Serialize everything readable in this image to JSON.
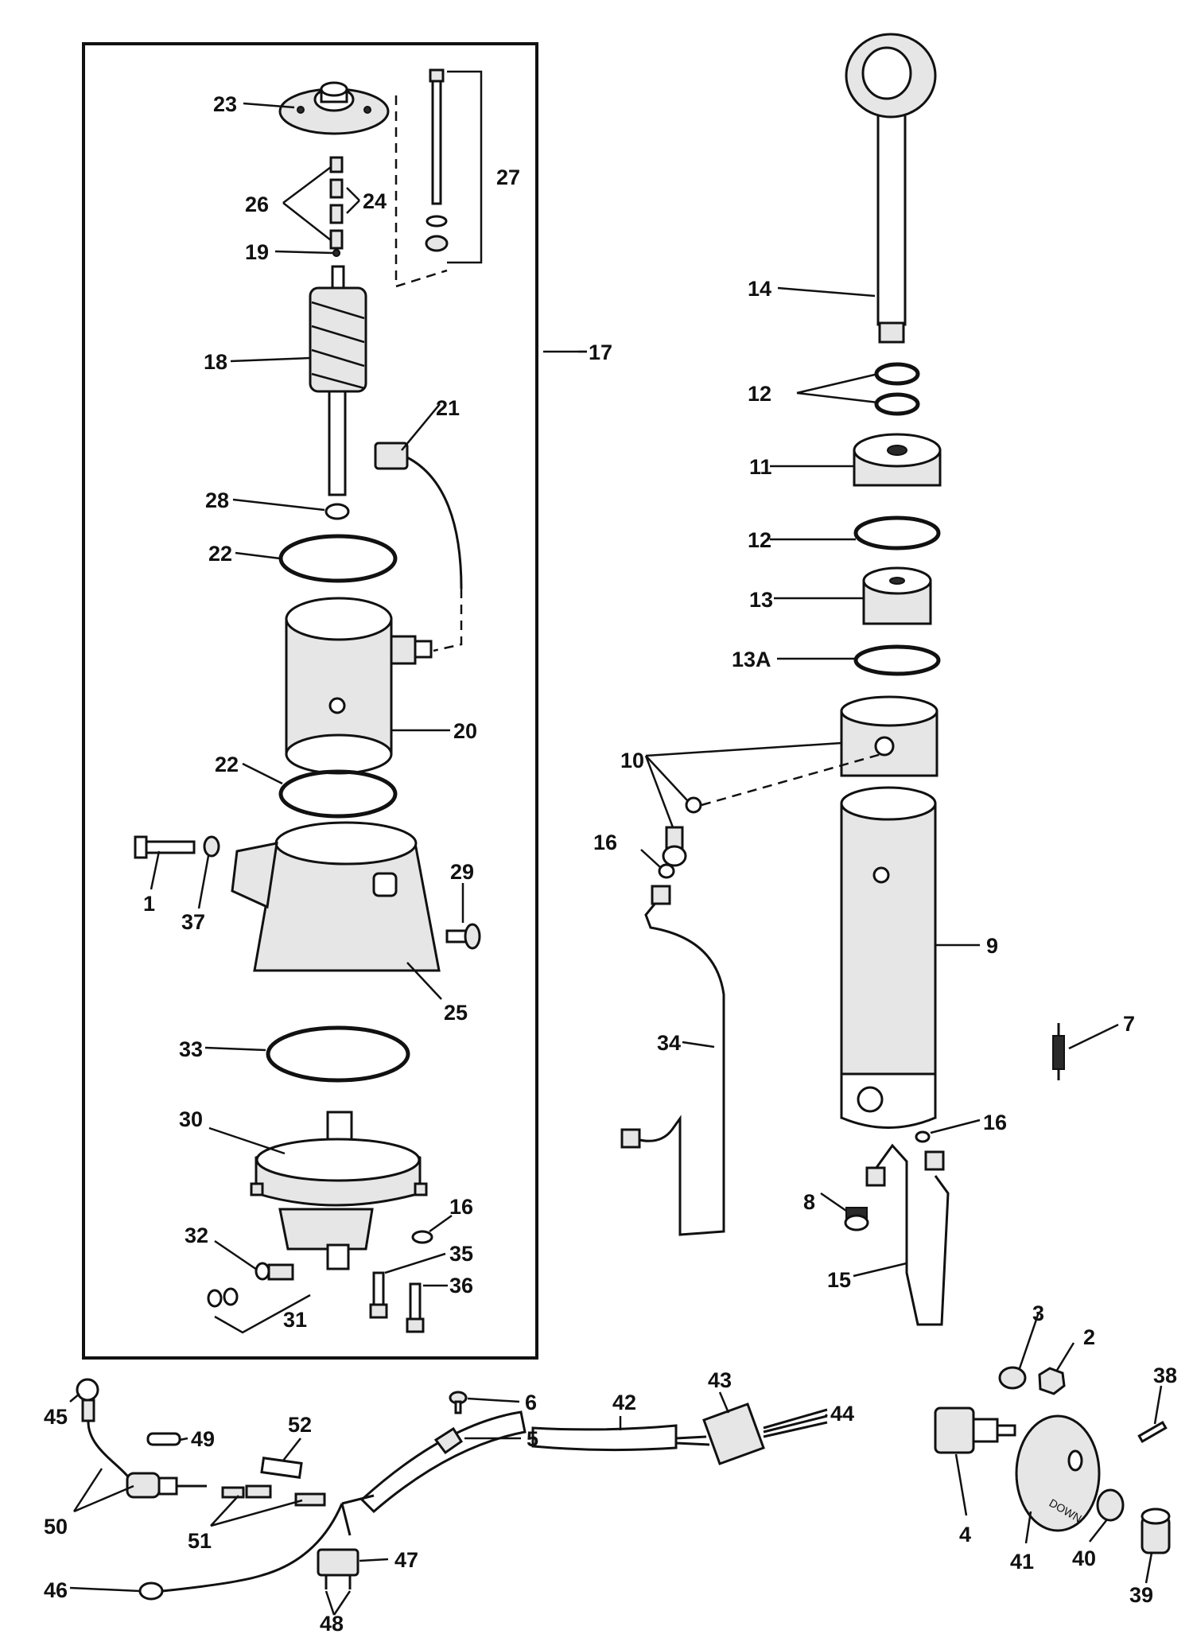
{
  "labels": {
    "l1": "1",
    "l2": "2",
    "l3": "3",
    "l4": "4",
    "l5": "5",
    "l6": "6",
    "l7": "7",
    "l8": "8",
    "l9": "9",
    "l10": "10",
    "l11": "11",
    "l12a": "12",
    "l12b": "12",
    "l13": "13",
    "l13a": "13A",
    "l14": "14",
    "l15": "15",
    "l16a": "16",
    "l16b": "16",
    "l16c": "16",
    "l17": "17",
    "l18": "18",
    "l19": "19",
    "l20": "20",
    "l21": "21",
    "l22a": "22",
    "l22b": "22",
    "l23": "23",
    "l24": "24",
    "l25": "25",
    "l26": "26",
    "l27": "27",
    "l28": "28",
    "l29": "29",
    "l30": "30",
    "l31": "31",
    "l32": "32",
    "l33": "33",
    "l34": "34",
    "l35": "35",
    "l36": "36",
    "l37": "37",
    "l38": "38",
    "l39": "39",
    "l40": "40",
    "l41": "41",
    "l42": "42",
    "l43": "43",
    "l44": "44",
    "l45": "45",
    "l46": "46",
    "l47": "47",
    "l48": "48",
    "l49": "49",
    "l50": "50",
    "l51": "51",
    "l52": "52"
  },
  "gauge_text": "DOWN"
}
